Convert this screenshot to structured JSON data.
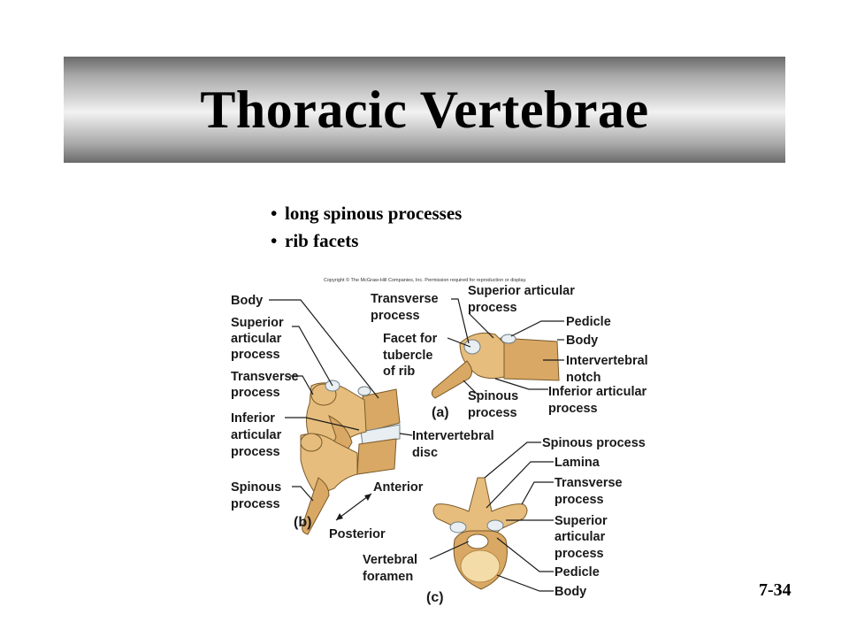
{
  "title": "Thoracic Vertebrae",
  "bullets": [
    "long spinous processes",
    "rib facets"
  ],
  "page_number": "7-34",
  "figure": {
    "copyright": "Copyright © The McGraw-Hill Companies, Inc. Permission required for reproduction or display.",
    "panel_a": {
      "panel_label": "(a)",
      "labels": {
        "transverse_process": [
          "Transverse",
          "process"
        ],
        "superior_articular_process": [
          "Superior articular",
          "process"
        ],
        "facet_for_tubercle": [
          "Facet for",
          "tubercle",
          "of rib"
        ],
        "pedicle": "Pedicle",
        "body": "Body",
        "intervertebral_notch": [
          "Intervertebral",
          "notch"
        ],
        "spinous_process": [
          "Spinous",
          "process"
        ],
        "inferior_articular_process": [
          "Inferior articular",
          "process"
        ]
      }
    },
    "panel_b": {
      "panel_label": "(b)",
      "labels": {
        "body": "Body",
        "superior_articular_process": [
          "Superior",
          "articular",
          "process"
        ],
        "transverse_process": [
          "Transverse",
          "process"
        ],
        "inferior_articular_process": [
          "Inferior",
          "articular",
          "process"
        ],
        "intervertebral_disc": [
          "Intervertebral",
          "disc"
        ],
        "spinous_process": [
          "Spinous",
          "process"
        ],
        "anterior": "Anterior",
        "posterior": "Posterior"
      }
    },
    "panel_c": {
      "panel_label": "(c)",
      "labels": {
        "spinous_process": "Spinous process",
        "lamina": "Lamina",
        "transverse_process": [
          "Transverse",
          "process"
        ],
        "superior_articular_process": [
          "Superior",
          "articular",
          "process"
        ],
        "pedicle": "Pedicle",
        "body": "Body",
        "vertebral_foramen": [
          "Vertebral",
          "foramen"
        ]
      }
    }
  }
}
